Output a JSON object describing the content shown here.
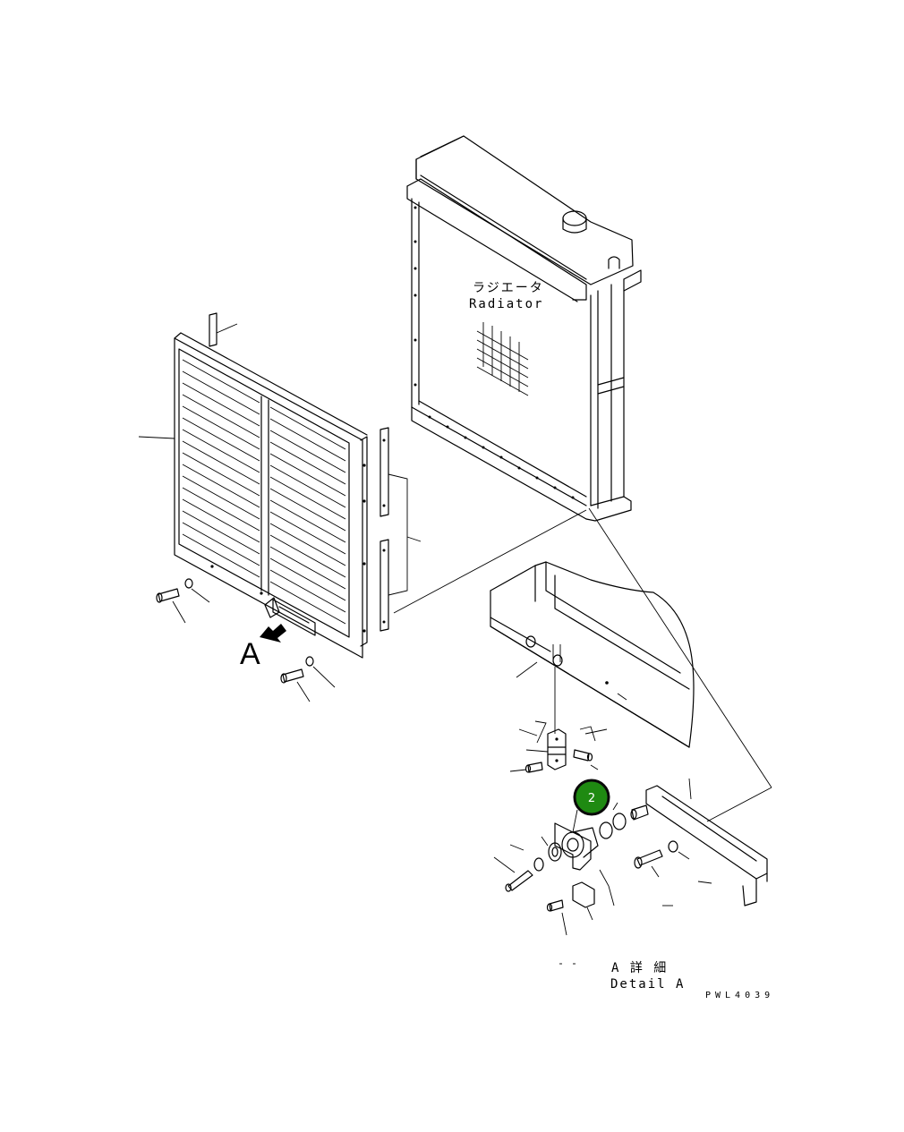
{
  "labels": {
    "radiator_jp": "ラジエータ",
    "radiator_en": "Radiator",
    "detail_letter": "A",
    "detail_jp": "A 詳 細",
    "detail_en": "Detail A",
    "drawing_code": "PWL4039"
  },
  "callouts": [
    {
      "number": "2",
      "color": "#1f8a12",
      "border": "#0a0a0a"
    }
  ]
}
